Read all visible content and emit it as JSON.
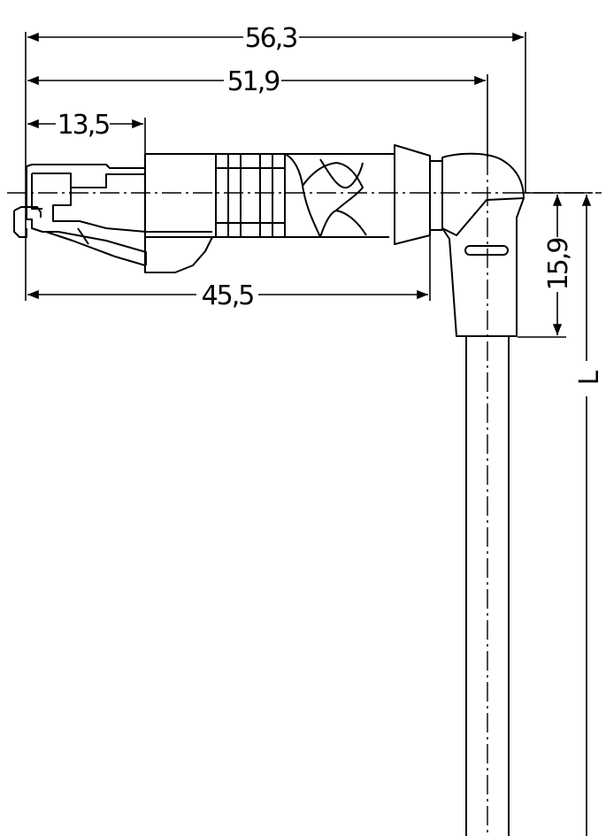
{
  "drawing": {
    "dimensions": {
      "overall_width": "56,3",
      "center_offset": "51,9",
      "plug_length": "13,5",
      "body_length": "45,5",
      "height": "15,9",
      "cable_length": "L"
    }
  }
}
